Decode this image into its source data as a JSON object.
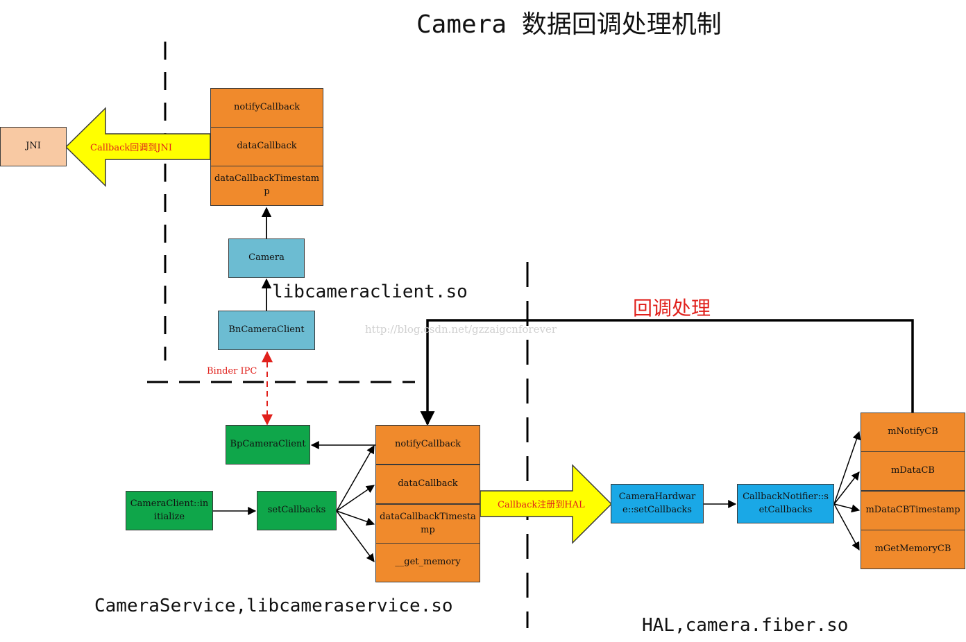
{
  "title": "Camera 数据回调处理机制",
  "watermark": "http://blog.csdn.net/gzzaigcnforever",
  "labels": {
    "libcameraclient": "libcameraclient.so",
    "cameraservice": "CameraService,libcameraservice.so",
    "hal": "HAL,camera.fiber.so",
    "callback_processing": "回调处理",
    "binder_ipc": "Binder IPC",
    "callback_to_jni": "Callback回调到JNI",
    "callback_register_hal": "Callback注册到HAL"
  },
  "client": {
    "jni": "JNI",
    "callbacks": [
      "notifyCallback",
      "dataCallback",
      "dataCallbackTimestamp"
    ],
    "camera": "Camera",
    "bn_camera_client": "BnCameraClient"
  },
  "service": {
    "bp_camera_client": "BpCameraClient",
    "camera_client_initialize": "CameraClient::initialize",
    "set_callbacks": "setCallbacks",
    "callbacks": [
      "notifyCallback",
      "dataCallback",
      "dataCallbackTimestamp",
      "__get_memory"
    ]
  },
  "hal": {
    "camera_hardware_set_callbacks": "CameraHardware::setCallbacks",
    "callback_notifier_set_callbacks": "CallbackNotifier::setCallbacks",
    "members": [
      "mNotifyCB",
      "mDataCB",
      "mDataCBTimestamp",
      "mGetMemoryCB"
    ]
  },
  "colors": {
    "orange": "#f08a2c",
    "peach": "#f8c9a3",
    "cyan": "#6cbcd2",
    "green": "#0fa64a",
    "blue": "#1aa8e6",
    "arrow_yellow": "#ffff00",
    "red": "#e0201b"
  }
}
